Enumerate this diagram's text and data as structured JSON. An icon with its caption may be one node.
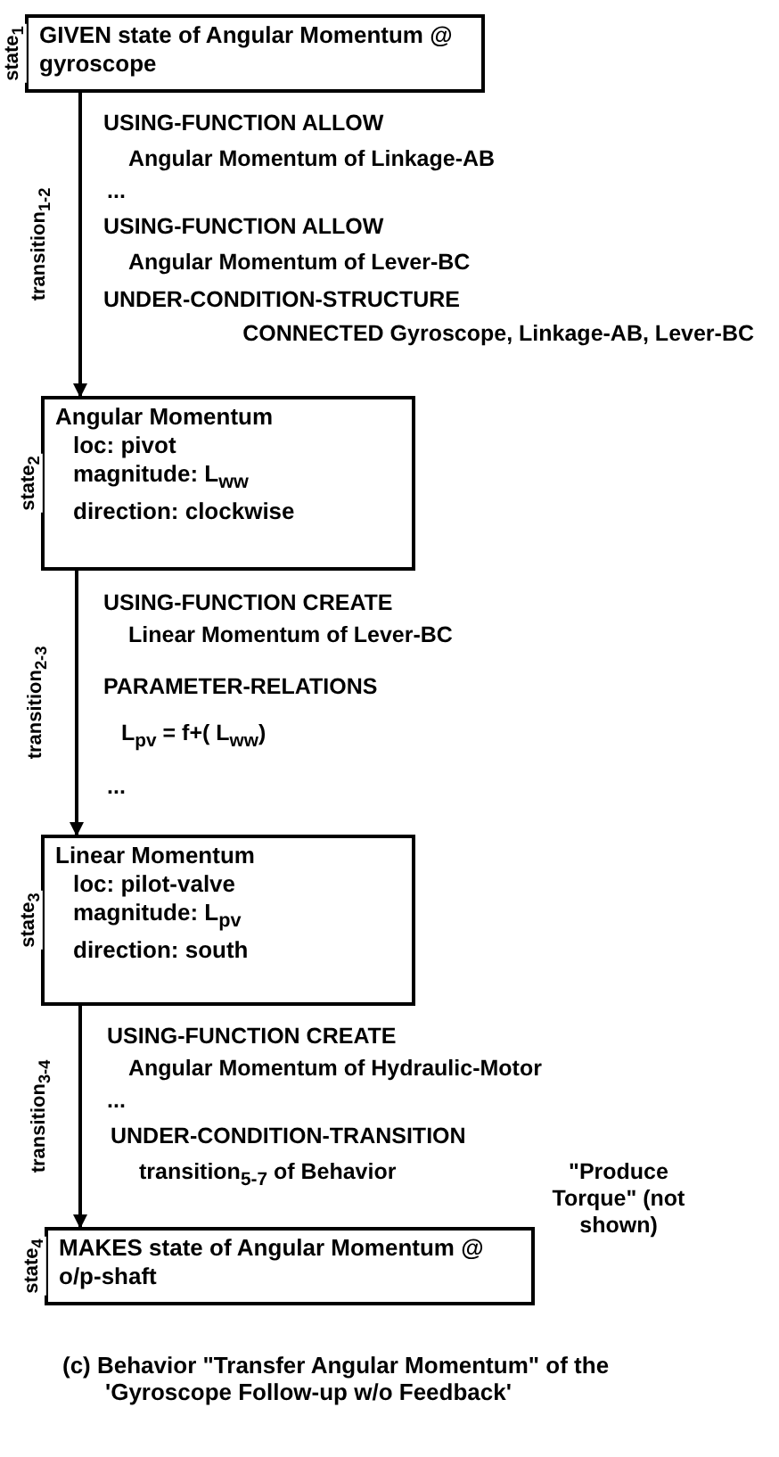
{
  "diagram": {
    "caption": "(c) Behavior \"Transfer Angular Momentum\" of the 'Gyroscope Follow-up w/o Feedback'",
    "nodes": [
      {
        "text": [
          "GIVEN state of Angular Momentum @ gyroscope"
        ],
        "beside": [
          "state$_{1}$"
        ]
      },
      {
        "text": [
          "Angular Momentum",
          "loc: pivot",
          "magnitude: L$_{ww}$",
          "direction: clockwise"
        ],
        "beside": [
          "state$_{2}$"
        ]
      },
      {
        "text": [
          "Linear Momentum",
          "loc: pilot-valve",
          "magnitude: L$_{pv}$",
          "direction: south"
        ],
        "beside": [
          "state$_{3}$"
        ]
      },
      {
        "text": [
          "MAKES state of Angular Momentum @ o/p-shaft"
        ],
        "beside": [
          "state$_{4}$"
        ]
      }
    ],
    "edges": [
      {
        "from": 0,
        "to": 1,
        "arrow": "to",
        "label": "transition$_{1-2}$"
      },
      {
        "from": 1,
        "to": 2,
        "arrow": "to",
        "label": "transition$_{2-3}$"
      },
      {
        "from": 2,
        "to": 3,
        "arrow": "to",
        "label": "transition$_{3-4}$"
      }
    ],
    "labels": [
      "USING-FUNCTION ALLOW",
      "Angular Momentum of Linkage-AB",
      "...",
      "USING-FUNCTION ALLOW",
      "Angular Momentum of Lever-BC",
      "UNDER-CONDITION-STRUCTURE",
      "CONNECTED Gyroscope, Linkage-AB, Lever-BC",
      "USING-FUNCTION CREATE",
      "Linear Momentum of Lever-BC",
      "PARAMETER-RELATIONS",
      "L$_{pv}$ = f+( L$_{ww}$)",
      "...",
      "USING-FUNCTION CREATE",
      "Angular Momentum of Hydraulic-Motor",
      "...",
      "UNDER-CONDITION-TRANSITION",
      "transition$_{5-7}$ of Behavior",
      "\"Produce Torque\" (not shown)"
    ]
  }
}
